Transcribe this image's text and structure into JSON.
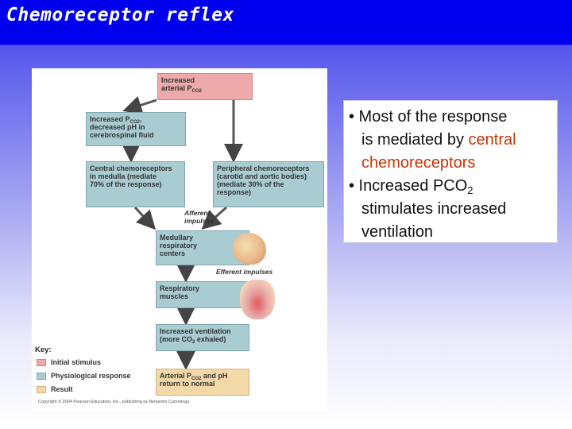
{
  "title": "Chemoreceptor reflex",
  "colors": {
    "title_bar": "#0000ee",
    "initial_stimulus": "#eeaaaa",
    "physiological_response": "#a9ccd3",
    "result": "#f3d8a8",
    "accent_text": "#cc3300"
  },
  "diagram": {
    "box_arterial_pco2": {
      "line1": "Increased",
      "line2": "arterial P",
      "sub": "CO2"
    },
    "box_csf": {
      "line1a": "Increased P",
      "line1sub": "CO2",
      "line1b": ",",
      "line2": "decreased pH in",
      "line3": "cerebrospinal fluid"
    },
    "box_central": {
      "line1": "Central chemoreceptors",
      "line2": "in medulla (mediate",
      "line3": "70% of the response)"
    },
    "box_peripheral": {
      "line1": "Peripheral chemoreceptors",
      "line2": "(carotid and aortic bodies)",
      "line3": "(mediate 30% of the",
      "line4": "response)"
    },
    "label_afferent": {
      "line1": "Afferent",
      "line2": "impulses"
    },
    "box_medullary": {
      "line1": "Medullary",
      "line2": "respiratory",
      "line3": "centers"
    },
    "label_efferent": "Efferent impulses",
    "box_muscles": {
      "line1": "Respiratory",
      "line2": "muscles"
    },
    "box_ventilation": {
      "line1": "Increased ventilation",
      "line2a": "(more CO",
      "line2sub": "2",
      "line2b": " exhaled)"
    },
    "box_result": {
      "line1a": "Arterial P",
      "line1sub": "CO2",
      "line1b": " and pH",
      "line2": "return to normal"
    },
    "key": {
      "title": "Key:",
      "items": [
        {
          "label": "Initial stimulus"
        },
        {
          "label": "Physiological response"
        },
        {
          "label": "Result"
        }
      ]
    },
    "copyright": "Copyright © 2004 Pearson Education, Inc., publishing as Benjamin Cummings."
  },
  "bullets": {
    "b1_prefix": "• Most of the response",
    "b1_line2a": "is mediated by ",
    "b1_line2b": "central",
    "b1_line3": "chemoreceptors",
    "b2_prefix": "• Increased PCO",
    "b2_sub": "2",
    "b2_line2": "stimulates increased",
    "b2_line3": "ventilation"
  }
}
